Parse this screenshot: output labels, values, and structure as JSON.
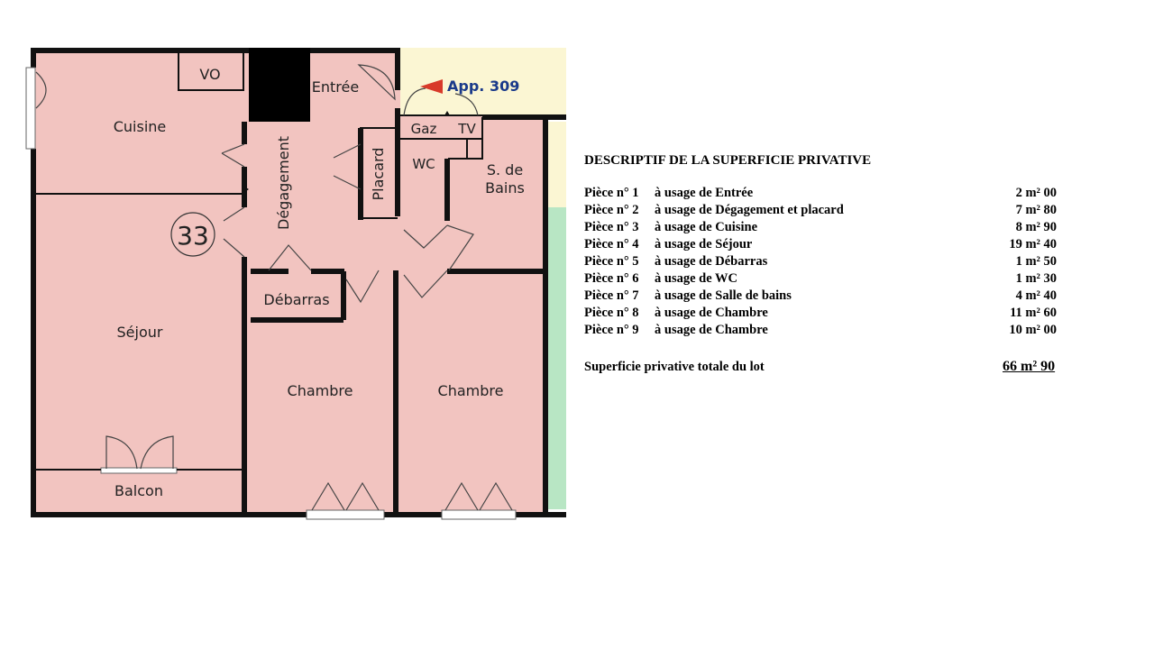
{
  "floor_plan": {
    "apartment_label": "App. 309",
    "lot_number": "33",
    "rooms": {
      "vo": "VO",
      "entree": "Entrée",
      "cuisine": "Cuisine",
      "degagement": "Dégagement",
      "placard": "Placard",
      "wc": "WC",
      "gaz": "Gaz",
      "tv": "TV",
      "sdb_line1": "S. de",
      "sdb_line2": "Bains",
      "debarras": "Débarras",
      "sejour": "Séjour",
      "chambre_1": "Chambre",
      "chambre_2": "Chambre",
      "balcon": "Balcon"
    },
    "colors": {
      "room_fill": "#f2c4c0",
      "corridor_fill": "#fbf6d3",
      "green_fill": "#b8e6c4",
      "walls": "#111111",
      "arrow": "#d83a2a"
    }
  },
  "description": {
    "title": "DESCRIPTIF DE LA SUPERFICIE PRIVATIVE",
    "rows": [
      {
        "num": "Pièce n° 1",
        "usage": "à usage de Entrée",
        "area": "2 m² 00"
      },
      {
        "num": "Pièce n° 2",
        "usage": "à usage de Dégagement et placard",
        "area": "7 m² 80"
      },
      {
        "num": "Pièce n° 3",
        "usage": "à usage de Cuisine",
        "area": "8 m² 90"
      },
      {
        "num": "Pièce n° 4",
        "usage": "à usage de Séjour",
        "area": "19 m² 40"
      },
      {
        "num": "Pièce n° 5",
        "usage": "à usage de Débarras",
        "area": "1 m² 50"
      },
      {
        "num": "Pièce n° 6",
        "usage": "à usage de WC",
        "area": "1 m² 30"
      },
      {
        "num": "Pièce n° 7",
        "usage": "à usage de Salle de bains",
        "area": "4 m² 40"
      },
      {
        "num": "Pièce n° 8",
        "usage": "à usage de Chambre",
        "area": "11 m² 60"
      },
      {
        "num": "Pièce n° 9",
        "usage": "à usage de Chambre",
        "area": "10 m² 00"
      }
    ],
    "total_label": "Superficie privative totale du lot",
    "total_value": "66 m² 90"
  }
}
